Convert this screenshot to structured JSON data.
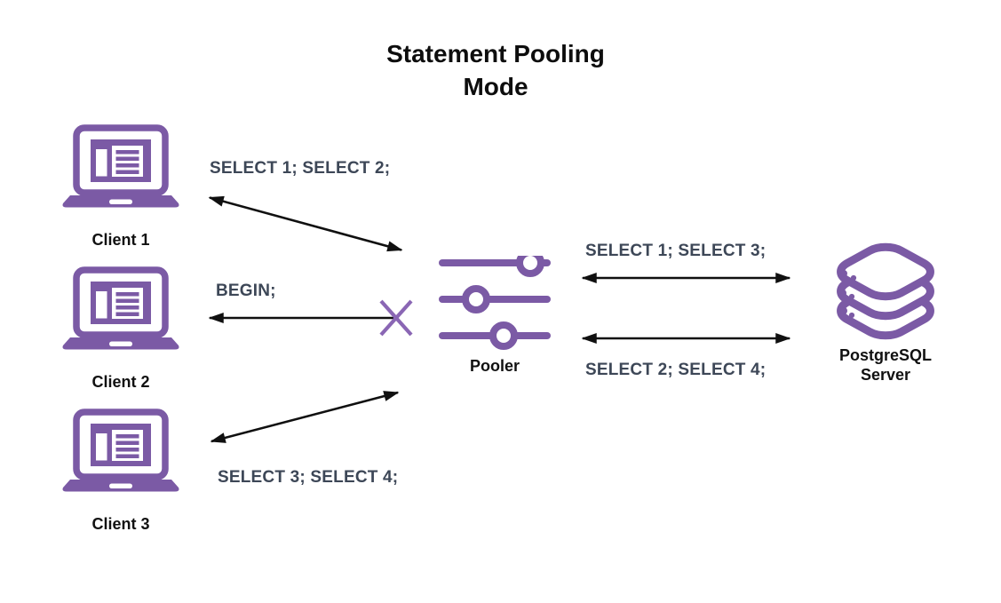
{
  "title": {
    "line1": "Statement Pooling",
    "line2": "Mode"
  },
  "clients": [
    {
      "label": "Client 1"
    },
    {
      "label": "Client 2"
    },
    {
      "label": "Client 3"
    }
  ],
  "pooler": {
    "label": "Pooler"
  },
  "server": {
    "line1": "PostgreSQL",
    "line2": "Server"
  },
  "messages": {
    "client1_pooler": {
      "text": "SELECT 1; SELECT 2;",
      "direction": "bidirectional"
    },
    "pooler_client2": {
      "text": "BEGIN;",
      "direction": "to-client",
      "blocked": true
    },
    "client3_pooler": {
      "text": "SELECT 3; SELECT 4;",
      "direction": "bidirectional"
    },
    "pooler_server_top": {
      "text": "SELECT 1; SELECT 3;",
      "direction": "bidirectional"
    },
    "pooler_server_bottom": {
      "text": "SELECT 2; SELECT 4;",
      "direction": "bidirectional"
    }
  },
  "icons": {
    "client": "laptop-icon",
    "pooler": "sliders-icon",
    "server": "database-stack-icon",
    "blocked": "x-mark-icon"
  },
  "colors": {
    "purple": "#7B5AA5",
    "x_mark_purple": "#8A66B4",
    "sql_text": "#3D4757",
    "label_text": "#111111",
    "arrow": "#101010",
    "background": "#FFFFFF"
  }
}
